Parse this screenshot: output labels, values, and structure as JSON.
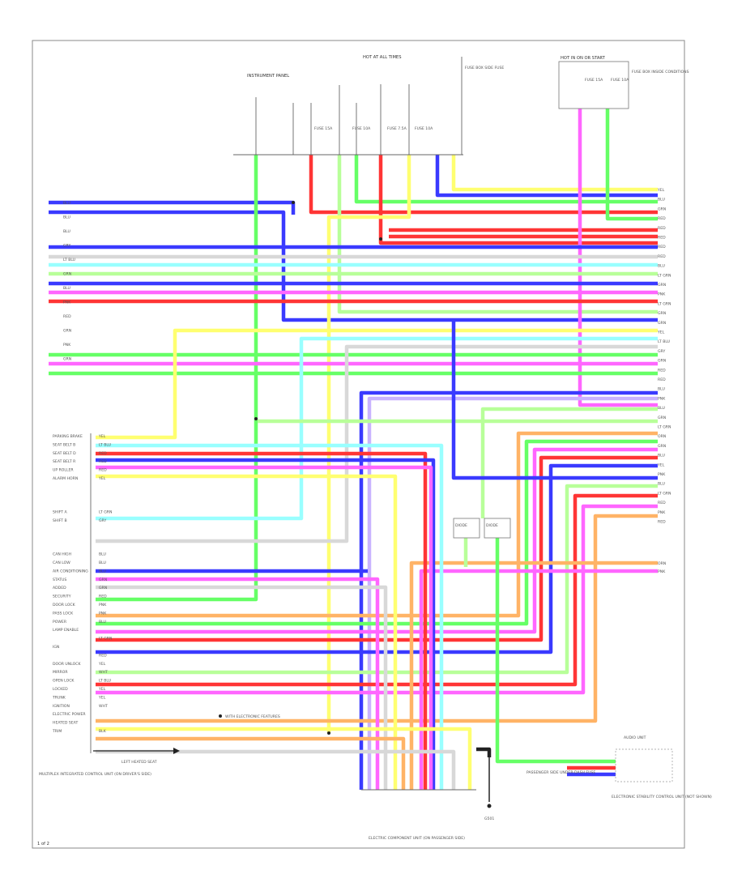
{
  "diagram": {
    "title": "",
    "footer_code": "1 of 2"
  },
  "colors": {
    "blue": "#3a3aff",
    "red": "#ff3535",
    "green": "#66ff66",
    "light_green": "#b8ff99",
    "yellow": "#ffff70",
    "light_blue": "#99ffff",
    "pink": "#ff66ff",
    "orange": "#ffb366",
    "grey": "#d8d8d8",
    "violet": "#c9b3ff",
    "black": "#222222"
  },
  "components": {
    "top_left": "INSTRUMENT PANEL",
    "top_mid": "HOT AT ALL TIMES",
    "top_right_box": "HOT IN ON OR START",
    "top_right_desc": "FUSE BOX INSIDE CONDITIONS",
    "mid_right": "FUSE BOX SIDE FUSE",
    "left_bottom": "MULTIPLEX INTEGRATED CONTROL UNIT (ON DRIVER'S SIDE)",
    "left_bottom_dest": "LEFT HEATED SEAT",
    "bottom_mid": "ELECTRIC COMPONENT UNIT (ON PASSENGER SIDE)",
    "bottom_ground": "G501",
    "bottom_right_top": "PASSENGER SIDE UNDER-DASH FUSE",
    "bottom_right": "ELECTRONIC STABILITY CONTROL UNIT (NOT SHOWN)",
    "bottom_right_box": "AUDIO UNIT",
    "center_box_1": "DIODE",
    "center_box_2": "DIODE",
    "annotation": "WITH ELECTRONIC FEATURES"
  },
  "left_labels": [
    "PARKING BRAKE",
    "SEAT BELT B",
    "SEAT BELT D",
    "SEAT BELT R",
    "UP ROLLER",
    "ALARM HORN",
    "",
    "",
    "",
    "SHIFT A",
    "SHIFT B",
    "",
    "",
    "",
    "CAN HIGH",
    "CAN LOW",
    "AIR CONDITIONING",
    "STATUS",
    "ADDED",
    "SECURITY",
    "DOOR LOCK",
    "PASS LOCK",
    "POWER",
    "LAMP ENABLE",
    "",
    "IGN",
    "",
    "DOOR UNLOCK",
    "MIRROR",
    "OPEN LOCK",
    "LOCKED",
    "TRUNK",
    "IGNITION",
    "ELECTRIC POWER",
    "HEATED SEAT",
    "TRIM"
  ],
  "left_wire_codes": [
    "YEL",
    "LT BLU",
    "RED",
    "RED",
    "RED",
    "YEL",
    "",
    "",
    "",
    "LT GRN",
    "GRY",
    "",
    "",
    "",
    "BLU",
    "BLU",
    "BLU",
    "GRN",
    "GRN",
    "RED",
    "PNK",
    "PNK",
    "BLU",
    "",
    "LT GRN",
    "",
    "RED",
    "YEL",
    "WHT",
    "LT BLU",
    "YEL",
    "YEL",
    "WHT",
    "",
    "",
    "BLK"
  ],
  "right_wire_codes": [
    "YEL",
    "BLU",
    "GRN",
    "RED",
    "RED",
    "RED",
    "RED",
    "RED",
    "BLU",
    "LT GRN",
    "GRN",
    "PNK",
    "LT GRN",
    "GRN",
    "GRN",
    "YEL",
    "LT BLU",
    "GRY",
    "GRN",
    "RED",
    "RED",
    "BLU",
    "PNK",
    "BLU",
    "GRN",
    "LT GRN",
    "ORN",
    "GRN",
    "BLU",
    "YEL",
    "PNK",
    "BLU",
    "LT GRN",
    "RED",
    "PNK",
    "RED"
  ],
  "left_top_codes": [
    "BLU",
    "BLU",
    "BLU",
    "GRY",
    "LT BLU",
    "GRN",
    "BLU",
    "PNK",
    "RED",
    "GRN",
    "PNK",
    "GRN"
  ],
  "fuse_labels": [
    "FUSE 15A",
    "FUSE 10A",
    "FUSE 7.5A",
    "FUSE 10A",
    "FUSE 15A",
    "FUSE 10A"
  ],
  "right_extra": [
    "ORN",
    "PNK"
  ]
}
